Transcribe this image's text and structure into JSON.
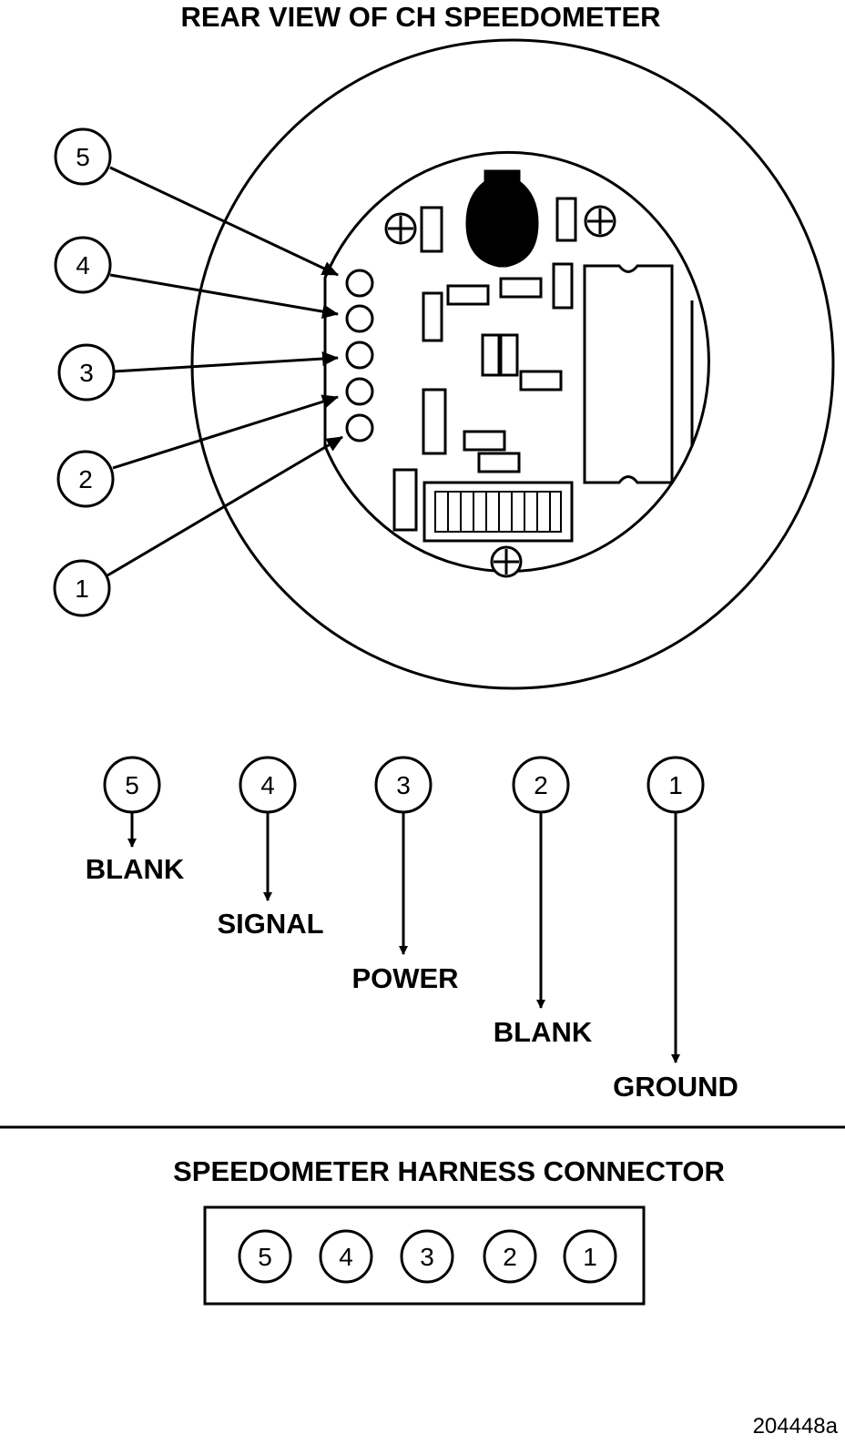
{
  "top_title": "REAR VIEW OF CH SPEEDOMETER",
  "callouts": [
    "5",
    "4",
    "3",
    "2",
    "1"
  ],
  "pins": [
    {
      "number": "5",
      "function": "BLANK"
    },
    {
      "number": "4",
      "function": "SIGNAL"
    },
    {
      "number": "3",
      "function": "POWER"
    },
    {
      "number": "2",
      "function": "BLANK"
    },
    {
      "number": "1",
      "function": "GROUND"
    }
  ],
  "connector": {
    "title": "SPEEDOMETER HARNESS CONNECTOR",
    "pins": [
      "5",
      "4",
      "3",
      "2",
      "1"
    ]
  },
  "figure_id": "204448a",
  "colors": {
    "ink": "#000000",
    "paper": "#ffffff"
  }
}
